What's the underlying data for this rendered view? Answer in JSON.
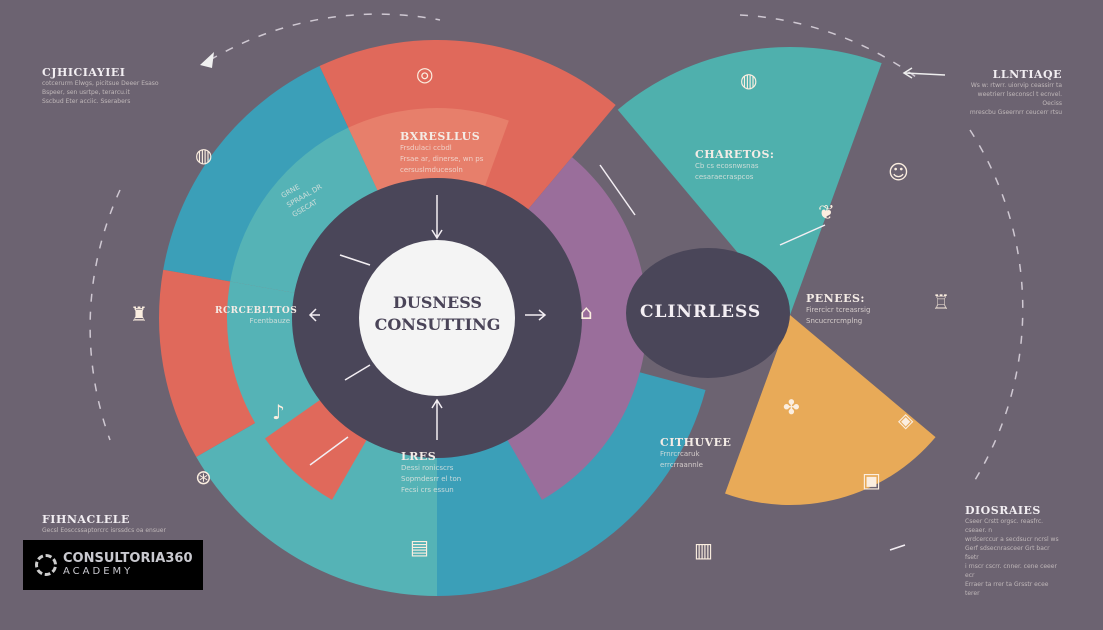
{
  "center": {
    "line1": "DUSNESS",
    "line2": "CONSUTTING"
  },
  "right_center": {
    "title": "CLINRLESS"
  },
  "segments": [
    {
      "id": "top-red",
      "heading": "BXRESLLUS",
      "sub": [
        "Frsdulaci ccbdl",
        "Frsae ar, dinerse, wn ps",
        "cersuslmducesoln"
      ]
    },
    {
      "id": "left-teal",
      "heading": "RCRCEBLTTOS",
      "sub": [
        "Fcentbauze"
      ]
    },
    {
      "id": "top-left-teal",
      "heading": "",
      "sub": [
        "GRNE",
        "SPRAAL DR",
        "GSECAT"
      ]
    },
    {
      "id": "bottom-blue",
      "heading": "LRES",
      "sub": [
        "Dessi ronicscrs",
        "Sopmdesrr el ton",
        "Fecsi crs essun"
      ]
    },
    {
      "id": "top-right-teal",
      "heading": "CHARETOS:",
      "sub": [
        "Cb cs ecosnwsnas",
        "cesaraecraspcos"
      ]
    },
    {
      "id": "right-teal",
      "heading": "PENEES:",
      "sub": [
        "Firercicr tcreasrsig",
        "Sncucrcrcmplng"
      ]
    },
    {
      "id": "bottom-orange",
      "heading": "CITHUVEE",
      "sub": [
        "Frnrcrcaruk",
        "errcrraannle"
      ]
    }
  ],
  "corners": [
    {
      "id": "top-left",
      "heading": "CJHICIAYIEI",
      "sub": [
        "cotcerurm Elwgs, picitsue Deeer Esaso",
        "Bspeer, sen usrtpe, terarcu.it",
        "Sscbud Eter acciic. Sserabers"
      ]
    },
    {
      "id": "top-right",
      "heading": "LLNTIAQE",
      "sub": [
        "Ws w: rtwrr. uiorvip ceassirr ta",
        "weetrierr lseconscl t ecnvel. Oeciss",
        "mrescbu Gseernrr ceucerr rtsu"
      ]
    },
    {
      "id": "bottom-left",
      "heading": "FIHNACLELE",
      "sub": [
        "Gecsl Eosccssaptorcrc isrssdcs oa ensuer"
      ]
    },
    {
      "id": "bottom-right",
      "heading": "DIOSRAIES",
      "sub": [
        "Cseer Crstt orgsc. reasfrc. cseaer. n",
        "wrdcerccur a secdsucr ncrsl ws",
        "Gerf sdsecnrasceer Grt bacr fsetr",
        "i rnscr cscrr. cnner. cene ceeer ecr",
        "Erraer ta rrer ta Grsstr ecee terer"
      ]
    }
  ],
  "logo": {
    "name": "CONSULTORIA360",
    "tagline": "ACADEMY"
  },
  "colors": {
    "background": "#6c6371",
    "red": "#e0695b",
    "blue": "#3b9fb8",
    "teal": "#55b3b6",
    "orange": "#e8aa58",
    "purple": "#9a6e9b",
    "dark": "#4a4659",
    "white": "#f4f4f4"
  }
}
